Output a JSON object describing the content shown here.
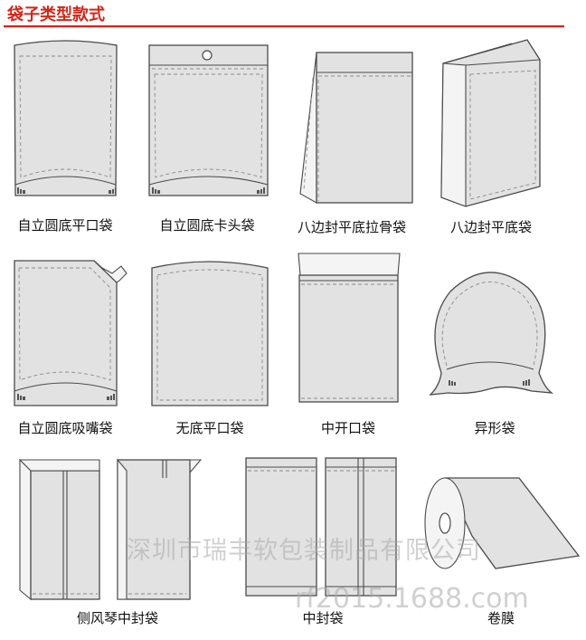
{
  "header": {
    "title": "袋子类型款式"
  },
  "items": [
    {
      "label": "自立圆底平口袋"
    },
    {
      "label": "自立圆底卡头袋"
    },
    {
      "label": "八边封平底拉骨袋"
    },
    {
      "label": "八边封平底袋"
    },
    {
      "label": "自立圆底吸嘴袋"
    },
    {
      "label": "无底平口袋"
    },
    {
      "label": "中开口袋"
    },
    {
      "label": "异形袋"
    },
    {
      "label": "侧风琴中封袋"
    },
    {
      "label": "中封袋"
    },
    {
      "label": "卷膜"
    }
  ],
  "watermark": {
    "line1": "深圳市瑞丰软包装制品有限公司",
    "line2": "rf2015.1688.com"
  },
  "colors": {
    "accent": "#d0281c",
    "bag_fill": "#e2e2e2",
    "bag_stroke": "#4a4a4a"
  }
}
